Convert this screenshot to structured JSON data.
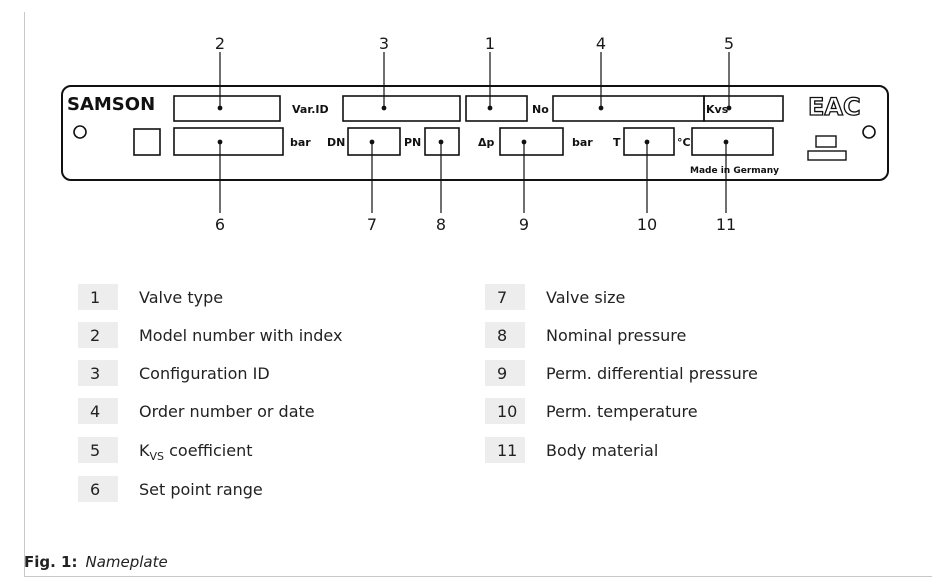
{
  "plate": {
    "brand": "SAMSON",
    "labels": {
      "var_id": "Var.ID",
      "no": "No",
      "kvs": "Kvs",
      "bar_top": "bar",
      "dn": "DN",
      "pn": "PN",
      "dp": "Δp",
      "bar_dp": "bar",
      "t": "T",
      "degc": "°C",
      "made_in": "Made in Germany"
    },
    "mark": "EAC"
  },
  "callouts": {
    "top": [
      "2",
      "3",
      "1",
      "4",
      "5"
    ],
    "bottom": [
      "6",
      "7",
      "8",
      "9",
      "10",
      "11"
    ]
  },
  "legend_left": [
    {
      "num": "1",
      "text": "Valve type"
    },
    {
      "num": "2",
      "text": "Model number with index"
    },
    {
      "num": "3",
      "text": "Configuration ID"
    },
    {
      "num": "4",
      "text": "Order number or date"
    },
    {
      "num": "5",
      "text_main": "K",
      "text_sub": "VS",
      "text_rest": " coefficient"
    },
    {
      "num": "6",
      "text": "Set point range"
    }
  ],
  "legend_right": [
    {
      "num": "7",
      "text": "Valve size"
    },
    {
      "num": "8",
      "text": "Nominal pressure"
    },
    {
      "num": "9",
      "text": "Perm. differential pressure"
    },
    {
      "num": "10",
      "text": "Perm. temperature"
    },
    {
      "num": "11",
      "text": "Body material"
    }
  ],
  "caption": {
    "label": "Fig. 1:",
    "title": "Nameplate"
  }
}
